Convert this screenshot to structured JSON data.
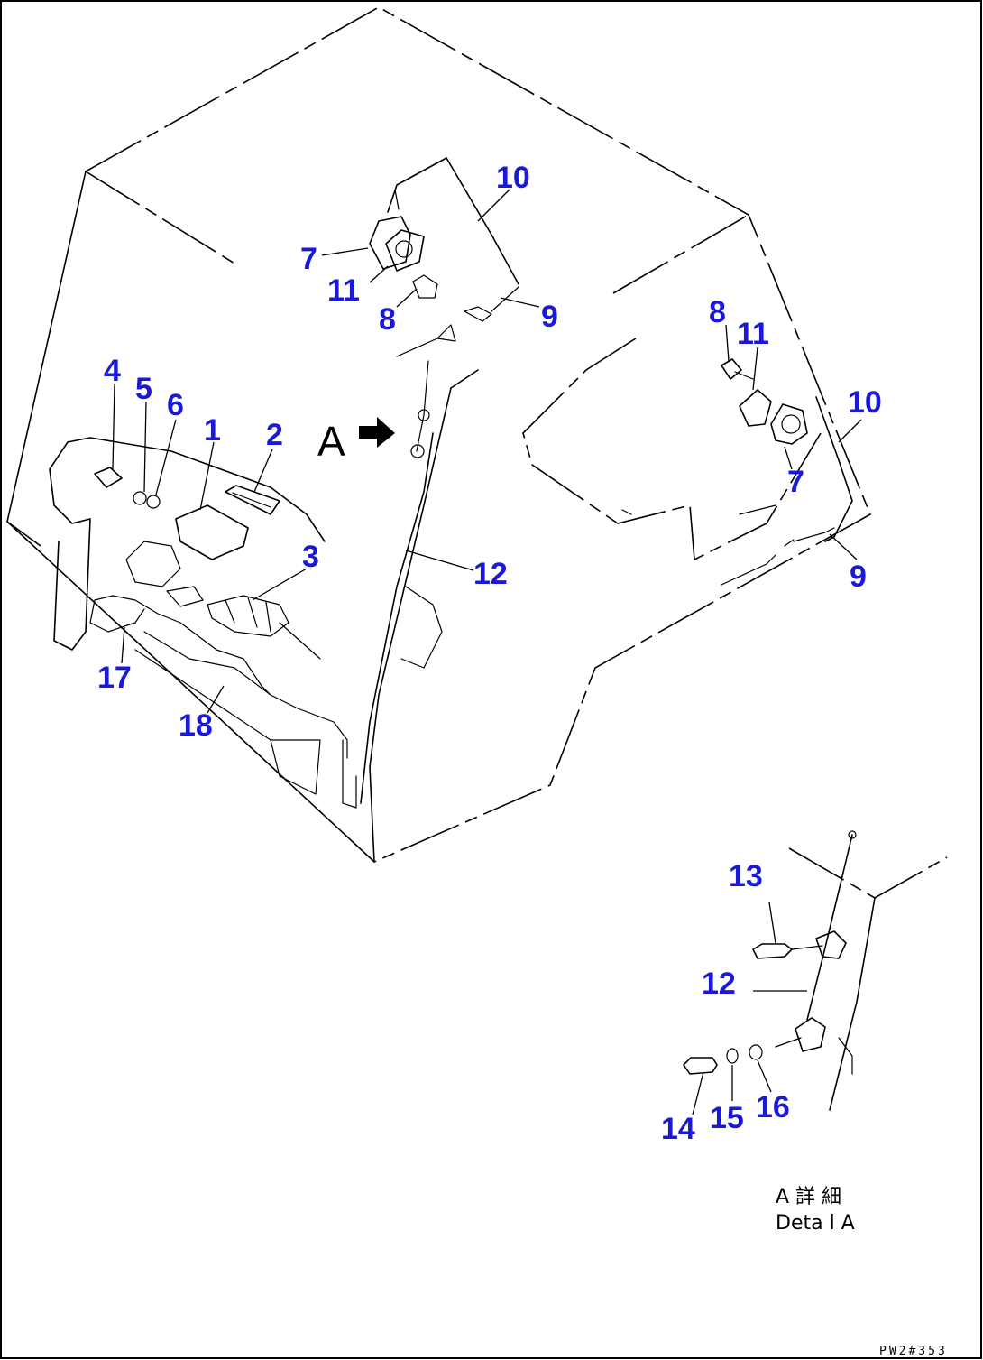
{
  "callouts": {
    "main": {
      "c1": "1",
      "c2": "2",
      "c3": "3",
      "c4": "4",
      "c5": "5",
      "c6": "6",
      "c7": "7",
      "c8": "8",
      "c9": "9",
      "c10": "10",
      "c11": "11",
      "c12": "12",
      "c17": "17",
      "c18": "18"
    },
    "right": {
      "c7": "7",
      "c8": "8",
      "c9": "9",
      "c10": "10",
      "c11": "11"
    },
    "detail": {
      "c12": "12",
      "c13": "13",
      "c14": "14",
      "c15": "15",
      "c16": "16"
    }
  },
  "view_marker": "A",
  "detail_caption": {
    "japanese": "A 詳 細",
    "english": "Deta l A"
  },
  "drawing_code": "PW2#353",
  "colors": {
    "callout": "#1a1ad6",
    "line": "#000000",
    "background": "#ffffff"
  }
}
